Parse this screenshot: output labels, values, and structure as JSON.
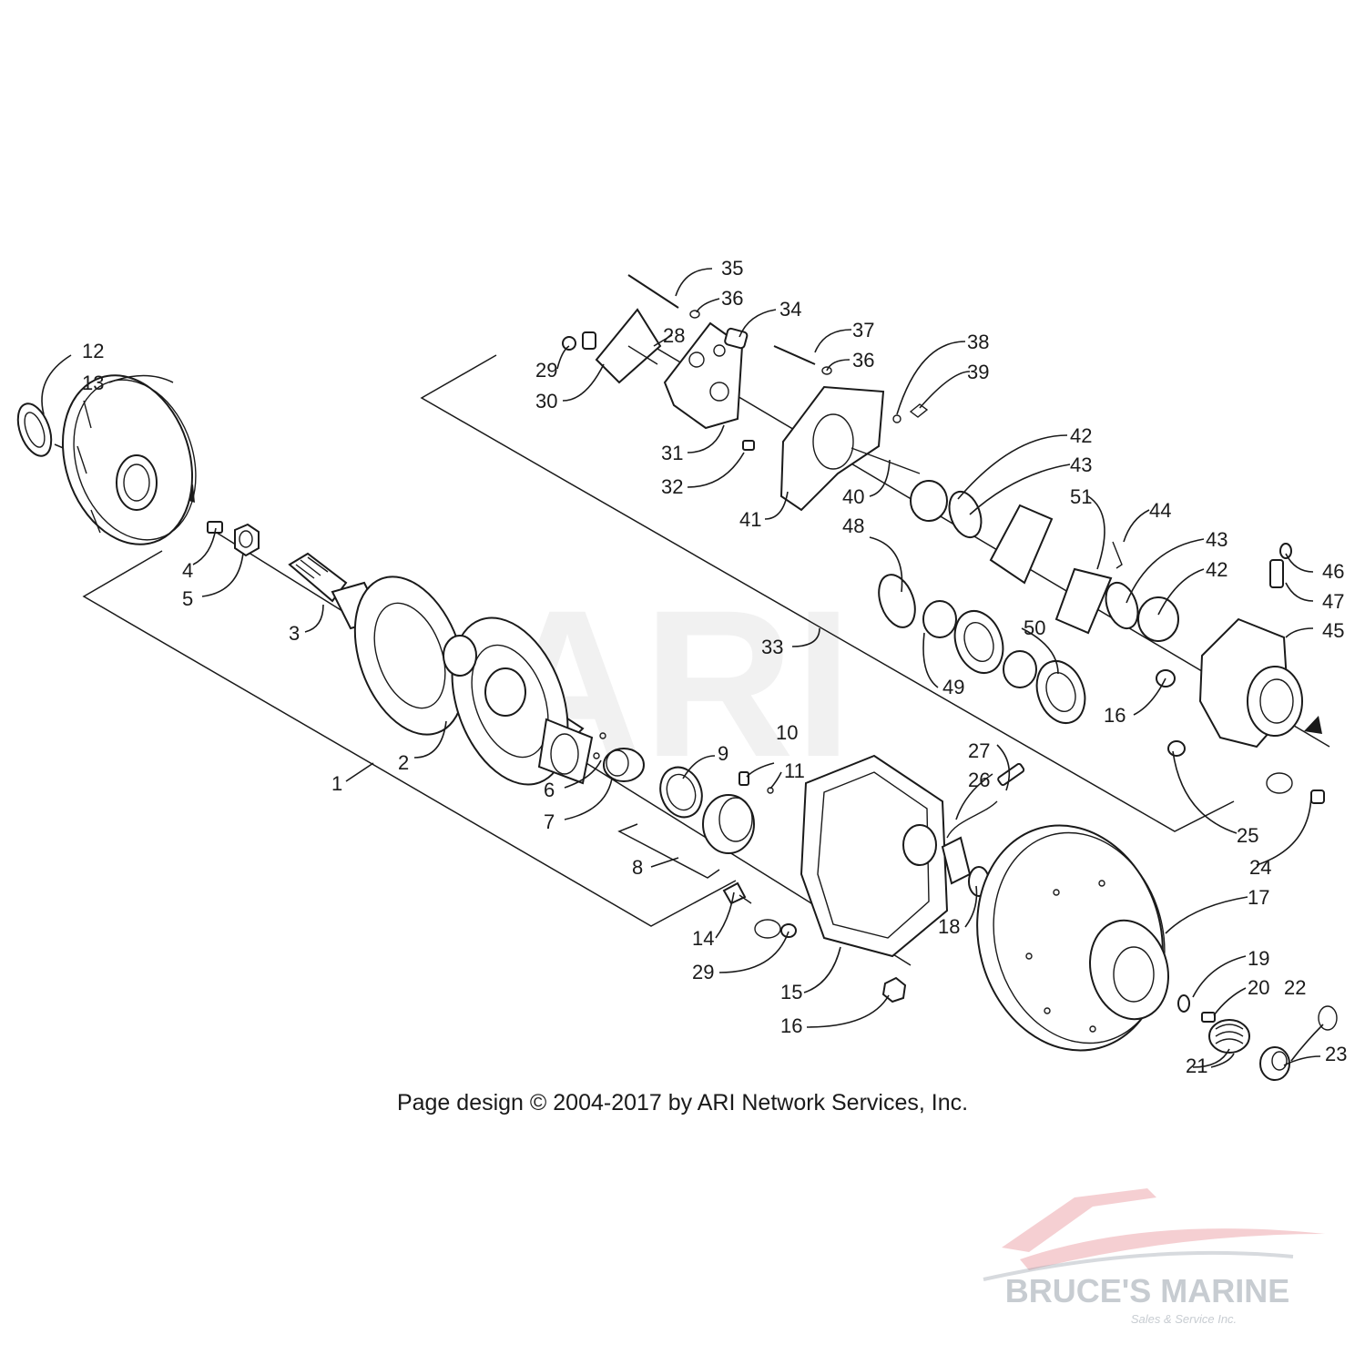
{
  "diagram": {
    "copyright": "Page design © 2004-2017 by ARI Network Services, Inc.",
    "callouts": [
      {
        "id": "c1",
        "label": "1"
      },
      {
        "id": "c2",
        "label": "2"
      },
      {
        "id": "c3",
        "label": "3"
      },
      {
        "id": "c4",
        "label": "4"
      },
      {
        "id": "c5",
        "label": "5"
      },
      {
        "id": "c6",
        "label": "6"
      },
      {
        "id": "c7",
        "label": "7"
      },
      {
        "id": "c8",
        "label": "8"
      },
      {
        "id": "c9",
        "label": "9"
      },
      {
        "id": "c10",
        "label": "10"
      },
      {
        "id": "c11",
        "label": "11"
      },
      {
        "id": "c12",
        "label": "12"
      },
      {
        "id": "c13",
        "label": "13"
      },
      {
        "id": "c14",
        "label": "14"
      },
      {
        "id": "c15",
        "label": "15"
      },
      {
        "id": "c16a",
        "label": "16"
      },
      {
        "id": "c16b",
        "label": "16"
      },
      {
        "id": "c17",
        "label": "17"
      },
      {
        "id": "c18",
        "label": "18"
      },
      {
        "id": "c19",
        "label": "19"
      },
      {
        "id": "c20",
        "label": "20"
      },
      {
        "id": "c21",
        "label": "21"
      },
      {
        "id": "c22",
        "label": "22"
      },
      {
        "id": "c23",
        "label": "23"
      },
      {
        "id": "c24",
        "label": "24"
      },
      {
        "id": "c25",
        "label": "25"
      },
      {
        "id": "c26",
        "label": "26"
      },
      {
        "id": "c27",
        "label": "27"
      },
      {
        "id": "c28",
        "label": "28"
      },
      {
        "id": "c29a",
        "label": "29"
      },
      {
        "id": "c29b",
        "label": "29"
      },
      {
        "id": "c30",
        "label": "30"
      },
      {
        "id": "c31",
        "label": "31"
      },
      {
        "id": "c32",
        "label": "32"
      },
      {
        "id": "c33",
        "label": "33"
      },
      {
        "id": "c34",
        "label": "34"
      },
      {
        "id": "c35",
        "label": "35"
      },
      {
        "id": "c36a",
        "label": "36"
      },
      {
        "id": "c36b",
        "label": "36"
      },
      {
        "id": "c37",
        "label": "37"
      },
      {
        "id": "c38",
        "label": "38"
      },
      {
        "id": "c39",
        "label": "39"
      },
      {
        "id": "c40",
        "label": "40"
      },
      {
        "id": "c41",
        "label": "41"
      },
      {
        "id": "c42a",
        "label": "42"
      },
      {
        "id": "c42b",
        "label": "42"
      },
      {
        "id": "c43a",
        "label": "43"
      },
      {
        "id": "c43b",
        "label": "43"
      },
      {
        "id": "c44",
        "label": "44"
      },
      {
        "id": "c45",
        "label": "45"
      },
      {
        "id": "c46",
        "label": "46"
      },
      {
        "id": "c47",
        "label": "47"
      },
      {
        "id": "c48",
        "label": "48"
      },
      {
        "id": "c49",
        "label": "49"
      },
      {
        "id": "c50",
        "label": "50"
      },
      {
        "id": "c51",
        "label": "51"
      }
    ]
  },
  "watermark": {
    "text": "ARI"
  },
  "brand": {
    "name": "BRUCE'S MARINE",
    "tagline": "Sales & Service Inc."
  },
  "colors": {
    "line": "#1a1a1a",
    "brand_red": "#d9404a",
    "brand_gray": "#9aa3ad"
  }
}
